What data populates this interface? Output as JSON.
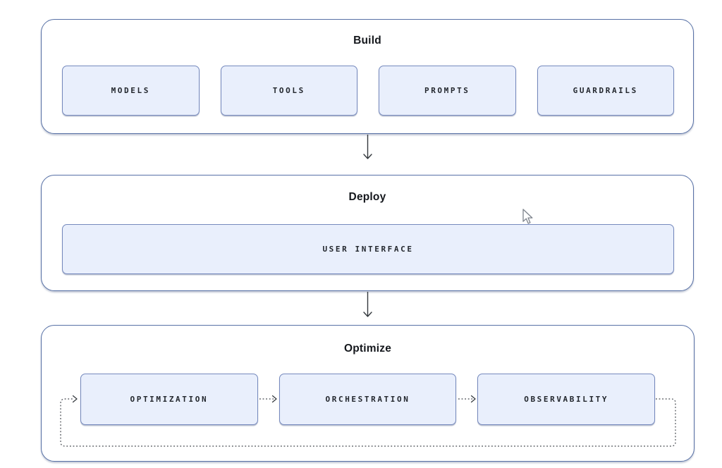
{
  "diagram": {
    "sections": [
      {
        "id": "build",
        "title": "Build",
        "boxes": [
          "MODELS",
          "TOOLS",
          "PROMPTS",
          "GUARDRAILS"
        ]
      },
      {
        "id": "deploy",
        "title": "Deploy",
        "boxes": [
          "USER INTERFACE"
        ]
      },
      {
        "id": "optimize",
        "title": "Optimize",
        "boxes": [
          "OPTIMIZATION",
          "ORCHESTRATION",
          "OBSERVABILITY"
        ]
      }
    ],
    "flow": {
      "solid_arrows": [
        "build-to-deploy",
        "deploy-to-optimize"
      ],
      "dotted_arrows": [
        "loop-into-optimization",
        "optimization-to-orchestration",
        "orchestration-to-observability",
        "observability-feedback-loop"
      ]
    },
    "colors": {
      "container_border": "#5871a6",
      "node_fill": "#e9effc",
      "node_border": "#7589bd",
      "text": "#1c2127",
      "arrow": "#33383d",
      "background": "#ffffff"
    },
    "cursor": {
      "visible": "true"
    }
  }
}
